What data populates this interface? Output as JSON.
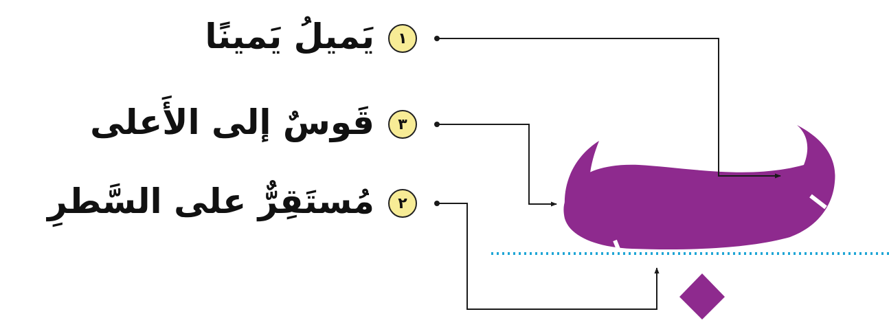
{
  "letter": "ب",
  "labels": [
    {
      "number": "١",
      "text": "يَميلُ يَمينًا"
    },
    {
      "number": "٣",
      "text": "قَوسٌ إلى الأَعلى"
    },
    {
      "number": "٢",
      "text": "مُستَقِرٌّ على السَّطرِ"
    }
  ],
  "colors": {
    "letter": "#8e2a8e",
    "badge_fill": "#f7ec96",
    "connector": "#1a1a1a",
    "baseline": "#1fa6d6"
  }
}
